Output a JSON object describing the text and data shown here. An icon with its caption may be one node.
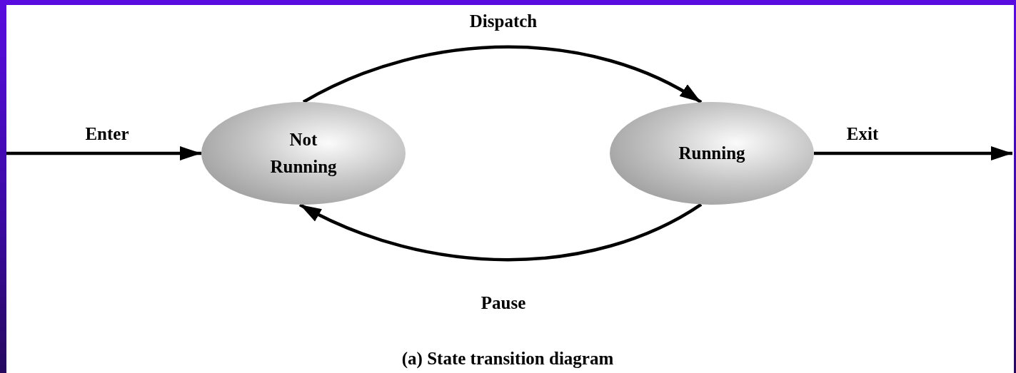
{
  "diagram": {
    "caption": "(a) State transition diagram",
    "nodes": [
      {
        "text": [
          "Not Running"
        ]
      },
      {
        "text": [
          "Running"
        ]
      }
    ],
    "edges": [
      {
        "from": null,
        "to": 0,
        "arrow": "to",
        "label": "Enter"
      },
      {
        "from": 0,
        "to": 1,
        "arrow": "to",
        "label": "Dispatch"
      },
      {
        "from": 1,
        "to": 0,
        "arrow": "to",
        "label": "Pause"
      },
      {
        "from": 1,
        "to": null,
        "arrow": "to",
        "label": "Exit"
      }
    ]
  }
}
